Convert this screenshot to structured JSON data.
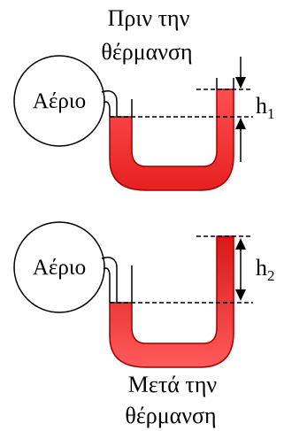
{
  "before": {
    "caption_line1": "Πριν την",
    "caption_line2": "θέρμανση",
    "gas_label": "Αέριο",
    "height_label": "h",
    "height_subscript": "1"
  },
  "after": {
    "caption_line1": "Μετά την",
    "caption_line2": "θέρμανση",
    "gas_label": "Αέριο",
    "height_label": "h",
    "height_subscript": "2"
  },
  "colors": {
    "liquid_light": "#ff4a4a",
    "liquid_dark": "#e01010",
    "liquid_edge": "#b30000",
    "tube_outline": "#000000"
  }
}
